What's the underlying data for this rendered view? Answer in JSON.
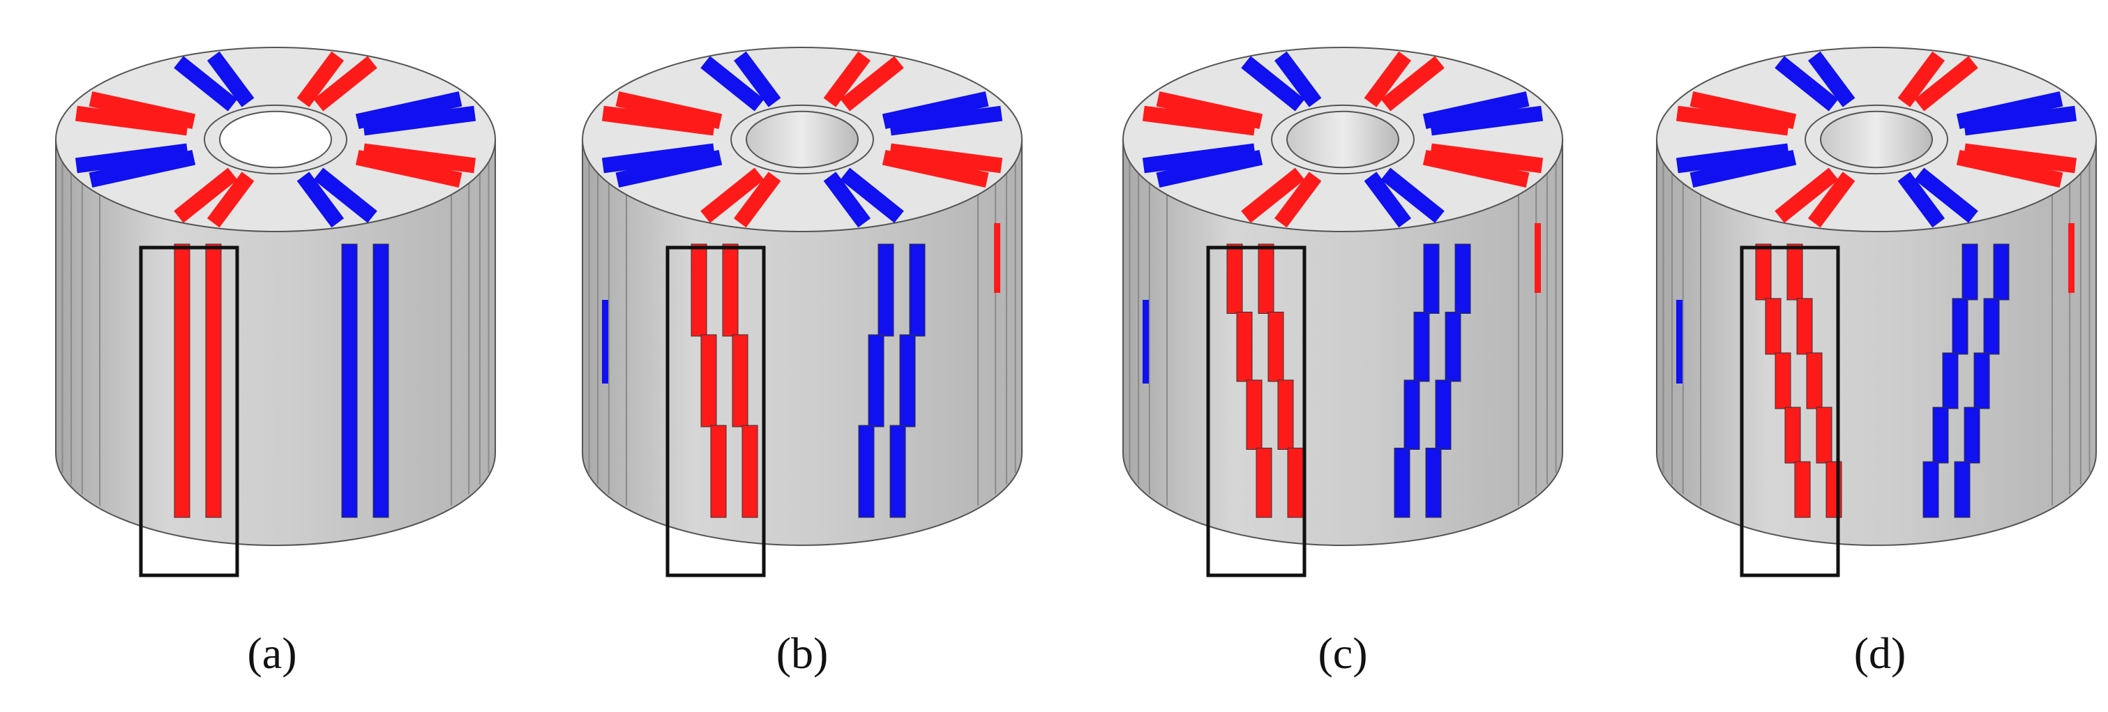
{
  "colors": {
    "north": "#ff1a1a",
    "south": "#1010f0",
    "core_top": "#e5e5e5",
    "core_side": "#cfcfcf",
    "outline": "#555555",
    "box": "#111111"
  },
  "panels": [
    {
      "label": "(a)",
      "skew_steps": 0,
      "shaft": "hollow"
    },
    {
      "label": "(b)",
      "skew_steps": 2,
      "shaft": "bore"
    },
    {
      "label": "(c)",
      "skew_steps": 3,
      "shaft": "bore"
    },
    {
      "label": "(d)",
      "skew_steps": 4,
      "shaft": "bore"
    }
  ]
}
